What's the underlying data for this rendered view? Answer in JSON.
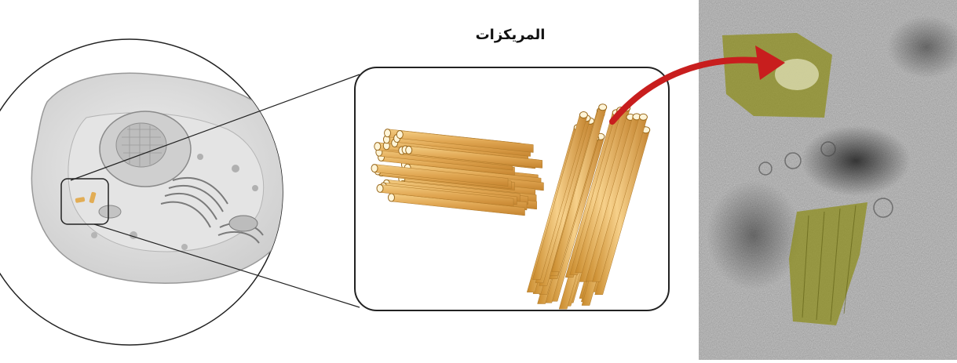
{
  "figure": {
    "label": "المريكزات"
  },
  "colors": {
    "background": "#ffffff",
    "cell": "#d9d9d9",
    "centriole": "#e2ad55",
    "micrograph": "#9a9a9a",
    "stain": "#8a8a22",
    "arrow": "#c81e1e"
  },
  "icons": [
    "cell-illustration",
    "centriole-pair",
    "electron-micrograph",
    "pointer-arrow"
  ]
}
